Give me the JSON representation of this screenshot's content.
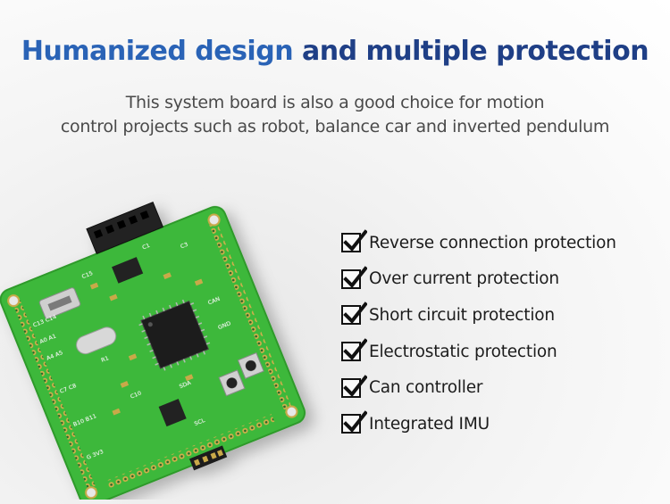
{
  "header": {
    "title_part1": "Humanized design",
    "title_part2": "and multiple protection",
    "subtitle_line1": "This system board is also a good choice for motion",
    "subtitle_line2": "control projects such as robot, balance car and inverted pendulum"
  },
  "features": [
    {
      "label": "Reverse connection protection"
    },
    {
      "label": "Over current protection"
    },
    {
      "label": "Short circuit protection"
    },
    {
      "label": "Electrostatic protection"
    },
    {
      "label": "Can controller"
    },
    {
      "label": "Integrated IMU"
    }
  ],
  "colors": {
    "title_primary": "#2a63b6",
    "title_secondary": "#1f3f86",
    "pcb_green": "#3db83a",
    "pcb_dark_green": "#2e9a2c"
  },
  "board": {
    "silkscreen": {
      "c15": "C15",
      "c1": "C1",
      "c3": "C3",
      "c13_c14": "C13 C14",
      "a0_a1": "A0 A1",
      "a4_a5": "A4 A5",
      "c7_c8": "C7 C8",
      "b10_b11": "B10 B11",
      "g_3v3": "G 3V3",
      "r1": "R1",
      "c10": "C10",
      "can": "CAN",
      "gnd": "GND",
      "sda": "SDA",
      "scl": "SCL"
    }
  },
  "icons": [
    "checkbox-checked-icon",
    "microcontroller-chip-icon",
    "usb-port-icon",
    "push-button-icon",
    "crystal-oscillator-icon"
  ]
}
